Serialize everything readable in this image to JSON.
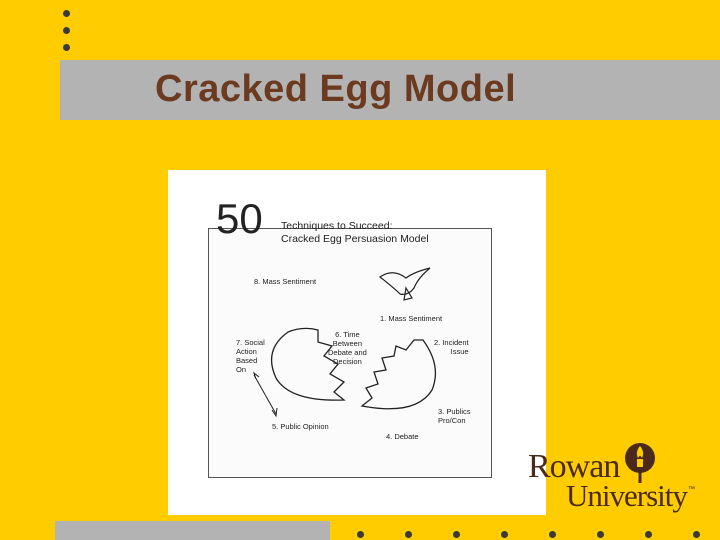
{
  "slide": {
    "title": "Cracked Egg Model"
  },
  "figure": {
    "number": "50",
    "heading_line1": "Techniques to Succeed:",
    "heading_line2": "Cracked Egg Persuasion Model",
    "labels": {
      "mass_sentiment_8": "8. Mass Sentiment",
      "mass_sentiment_1": "1. Mass Sentiment",
      "social_action": [
        "7. Social",
        "Action",
        "Based",
        "On"
      ],
      "time_between": [
        "6. Time",
        "Between",
        "Debate and",
        "Decision"
      ],
      "incident_issue": [
        "2. Incident",
        "Issue"
      ],
      "publics": [
        "3. Publics",
        "Pro/Con"
      ],
      "debate": "4. Debate",
      "public_opinion": "5. Public Opinion"
    }
  },
  "logo": {
    "line1": "Rowan",
    "line2": "University",
    "tm": "™"
  },
  "colors": {
    "background": "#FFCC00",
    "bar": "#B3B3B3",
    "title": "#6B3A1F",
    "logo": "#4A2A1A"
  }
}
